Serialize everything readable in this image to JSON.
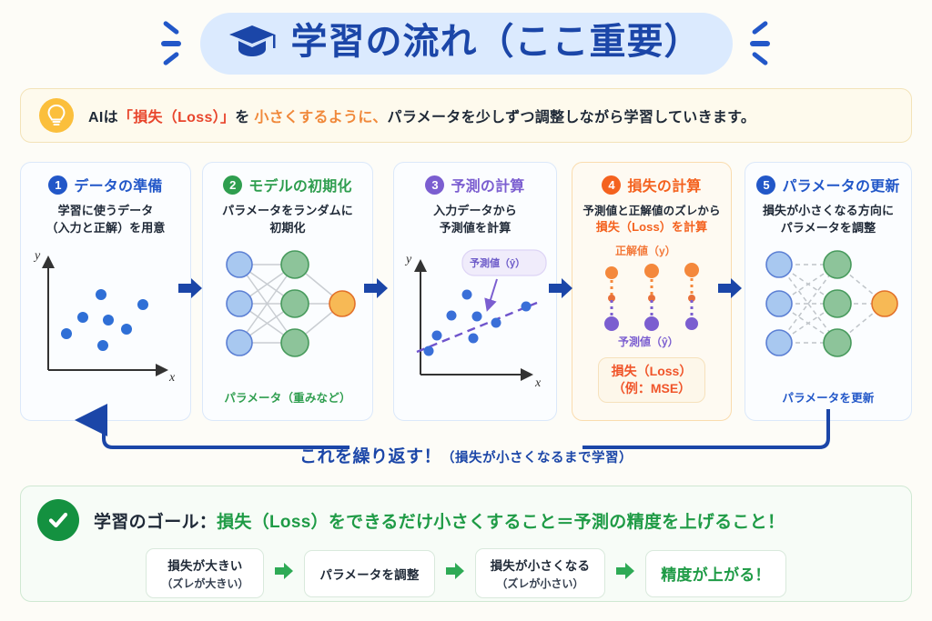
{
  "title": {
    "text": "学習の流れ（ここ重要）",
    "icon": "graduation-cap-icon",
    "pill_color": "#dbeafe",
    "text_color": "#1b46a8"
  },
  "banner": {
    "icon": "lightbulb-icon",
    "segments": [
      {
        "text": "AIは",
        "color": "#1f2937"
      },
      {
        "text": "「損失（Loss）」",
        "color": "#e8452c"
      },
      {
        "text": "を ",
        "color": "#1f2937"
      },
      {
        "text": "小さくするように、",
        "color": "#f0883a"
      },
      {
        "text": "パラメータを少しずつ調整しながら学習していきます。",
        "color": "#1f2937"
      }
    ],
    "full_text": "AIは「損失（Loss）」を 小さくするように、パラメータを少しずつ調整しながら学習していきます。"
  },
  "steps": [
    {
      "number": "1",
      "title": "データの準備",
      "color": "#2257c8",
      "description": "学習に使うデータ\n（入力と正解）を用意",
      "desc_line1": "学習に使うデータ",
      "desc_line2": "（入力と正解）を用意",
      "figure": "scatter-plot",
      "axis_x": "x",
      "axis_y": "y",
      "footer": ""
    },
    {
      "number": "2",
      "title": "モデルの初期化",
      "color": "#2f9e4f",
      "desc_line1": "パラメータをランダムに",
      "desc_line2": "初期化",
      "figure": "neural-network-solid",
      "footer": "パラメータ（重みなど）",
      "footer_color": "#2f9e4f"
    },
    {
      "number": "3",
      "title": "予測の計算",
      "color": "#7b5ed0",
      "desc_line1": "入力データから",
      "desc_line2": "予測値を計算",
      "figure": "scatter-with-fit-line",
      "axis_x": "x",
      "axis_y": "y",
      "callout": "予測値（ŷ）",
      "footer": ""
    },
    {
      "number": "4",
      "title": "損失の計算",
      "color": "#f4621f",
      "desc_line1": "予測値と正解値のズレから",
      "desc_line2": "損失（Loss）を計算",
      "desc_line2_color": "#f4621f",
      "figure": "residual-dots",
      "label_top": "正解値（y）",
      "label_bottom": "予測値（ŷ）",
      "loss_box_line1": "損失（Loss）",
      "loss_box_line2": "（例：MSE）",
      "footer": ""
    },
    {
      "number": "5",
      "title": "パラメータの更新",
      "color": "#2257c8",
      "desc_line1": "損失が小さくなる方向に",
      "desc_line2": "パラメータを調整",
      "figure": "neural-network-dashed",
      "footer": "パラメータを更新",
      "footer_color": "#2257c8"
    }
  ],
  "loop": {
    "main_label": "これを繰り返す！",
    "sub_label": "（損失が小さくなるまで学習）",
    "color": "#1b46a8"
  },
  "goal": {
    "icon": "check-circle-icon",
    "prefix": "学習のゴール：",
    "highlight": "損失（Loss）をできるだけ小さくすること＝予測の精度を上げること！",
    "highlight_color": "#1f9b46",
    "chain": [
      {
        "line1": "損失が大きい",
        "line2": "（ズレが大きい）",
        "accent": false
      },
      {
        "line1": "パラメータを調整",
        "line2": "",
        "accent": false
      },
      {
        "line1": "損失が小さくなる",
        "line2": "（ズレが小さい）",
        "accent": false
      },
      {
        "line1": "精度が上がる！",
        "line2": "",
        "accent": true
      }
    ],
    "arrow_color": "#2eaa55"
  },
  "colors": {
    "page_bg": "#fdfcf7",
    "card_bg": "#fbfdff",
    "card_border": "#dbe8fa",
    "arrow_blue": "#1b46a8",
    "node_input": "#a8c8f0",
    "node_hidden": "#8dc49a",
    "node_output": "#f7b955"
  }
}
